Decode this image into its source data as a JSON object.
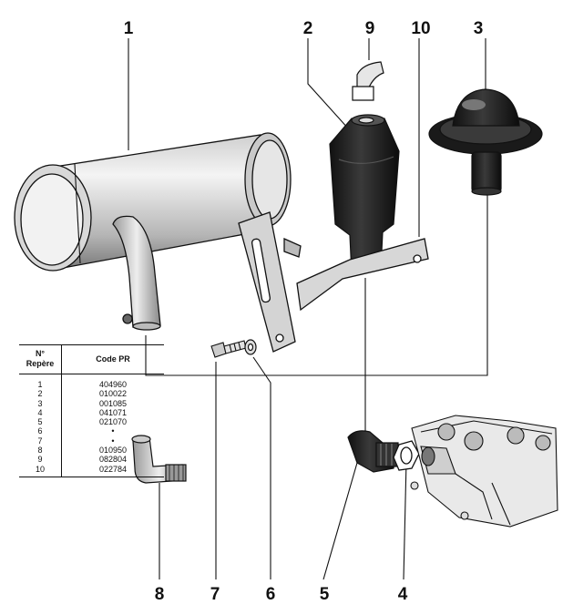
{
  "callouts": [
    {
      "label": "1"
    },
    {
      "label": "2"
    },
    {
      "label": "9"
    },
    {
      "label": "10"
    },
    {
      "label": "3"
    },
    {
      "label": "8"
    },
    {
      "label": "7"
    },
    {
      "label": "6"
    },
    {
      "label": "5"
    },
    {
      "label": "4"
    }
  ],
  "parts_table": {
    "header_no_line1": "N°",
    "header_no_line2": "Repère",
    "header_code": "Code PR",
    "rows": [
      {
        "no": "1",
        "code": "404960"
      },
      {
        "no": "2",
        "code": "010022"
      },
      {
        "no": "3",
        "code": "001085"
      },
      {
        "no": "4",
        "code": "041071"
      },
      {
        "no": "5",
        "code": "021070"
      },
      {
        "no": "6",
        "code": "•"
      },
      {
        "no": "7",
        "code": "•"
      },
      {
        "no": "8",
        "code": "010950"
      },
      {
        "no": "9",
        "code": "082804"
      },
      {
        "no": "10",
        "code": "022784"
      }
    ]
  },
  "colors": {
    "ink": "#111111",
    "paper": "#ffffff",
    "shade": "#2a2a2a"
  }
}
